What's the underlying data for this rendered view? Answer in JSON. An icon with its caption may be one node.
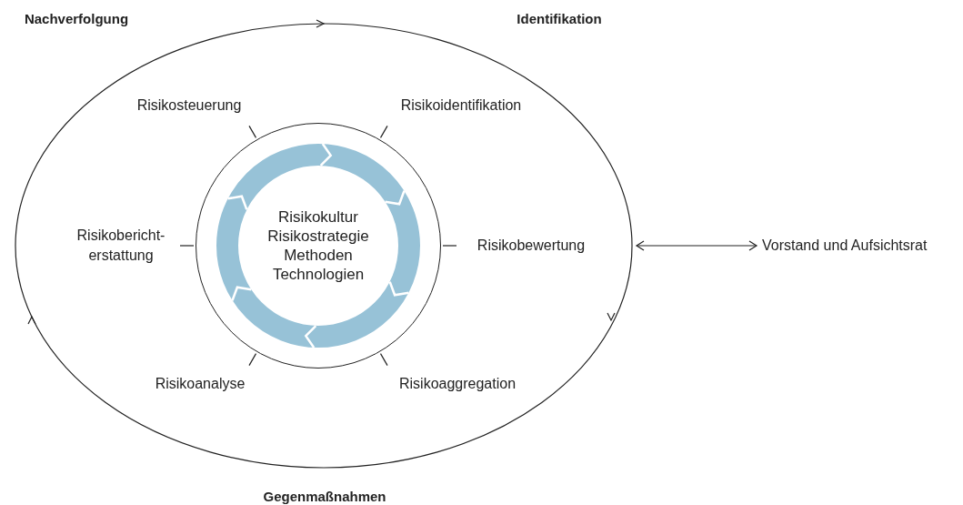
{
  "diagram": {
    "nodes": [
      {
        "text": [],
        "shape": "ellipse"
      },
      {
        "text": [
          "Risikokultur",
          "Risikostrategie",
          "Methoden",
          "Technologien"
        ],
        "in": 0
      },
      {
        "text": [
          "Vorstand und Aufsichtsrat"
        ]
      }
    ],
    "edges": [
      {
        "from": 0,
        "to": 2,
        "arrow": "both"
      }
    ],
    "labels": [
      "Nachverfolgung",
      "Identifikation",
      "Risikosteuerung",
      "Risikoidentifikation",
      "Risikobericht-erstattung",
      "Risikobewertung",
      "Risikoanalyse",
      "Risikoaggregation",
      "Gegenmaßnahmen"
    ]
  }
}
